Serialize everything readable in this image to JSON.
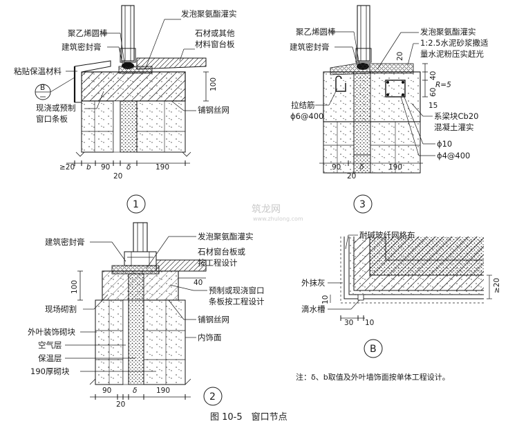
{
  "caption": "图 10-5　窗口节点",
  "note": "注：δ、b取值及外叶墙饰面按单体工程设计。",
  "watermark": {
    "main": "筑龙网",
    "url": "www.zhulong.com"
  },
  "detail1": {
    "number": "1",
    "labels": {
      "rod": "聚乙烯圆棒",
      "sealant": "建筑密封膏",
      "insulation_tape": "粘贴保温材料",
      "foam": "发泡聚氨酯灌实",
      "sill1": "石材或其他",
      "sill2": "材料窗台板",
      "sill_strip1": "现浇或预制",
      "sill_strip2": "窗口条板",
      "mesh": "铺钢丝网",
      "ref": "B"
    },
    "dims": {
      "v100": "100",
      "ge20": "≥20",
      "b": "b",
      "d90": "90",
      "delta": "δ",
      "d190": "190",
      "d20": "20"
    }
  },
  "detail2": {
    "number": "2",
    "labels": {
      "sealant": "建筑密封膏",
      "foam": "发泡聚氨酯灌实",
      "sill1": "石材窗台板或",
      "sill2": "按工程设计",
      "strip1": "预制或现浇窗口",
      "strip2": "条板按工程设计",
      "cut": "现场砌割",
      "mesh": "铺钢丝网",
      "outer_block": "外叶装饰砌块",
      "air": "空气层",
      "insul": "保温层",
      "block190": "190厚砌块",
      "inner_finish": "内饰面"
    },
    "dims": {
      "v100": "100",
      "d40": "40",
      "d90": "90",
      "delta": "δ",
      "d190": "190",
      "d20": "20"
    }
  },
  "detail3": {
    "number": "3",
    "labels": {
      "rod": "聚乙烯圆棒",
      "sealant": "建筑密封膏",
      "foam": "发泡聚氨酯灌实",
      "mortar1": "1:2.5水泥砂浆撒适",
      "mortar2": "量水泥粉压实赶光",
      "tie1": "拉结筋",
      "tie2": "ϕ6@400",
      "r5": "R=5",
      "block1": "系梁块Cb20",
      "block2": "混凝土灌实",
      "phi10": "ϕ10",
      "phi4": "ϕ4@400"
    },
    "dims": {
      "d20": "20",
      "d40": "40",
      "d60": "60",
      "d15": "15",
      "d90": "90",
      "delta": "δ",
      "d190": "190",
      "d20b": "20"
    }
  },
  "detailB": {
    "number": "B",
    "labels": {
      "mesh": "耐碱玻纤网格布",
      "render": "外抹灰",
      "drip": "滴水槽"
    },
    "dims": {
      "ge20": "≥20",
      "d10": "10",
      "d30": "30",
      "d10b": "10"
    }
  }
}
